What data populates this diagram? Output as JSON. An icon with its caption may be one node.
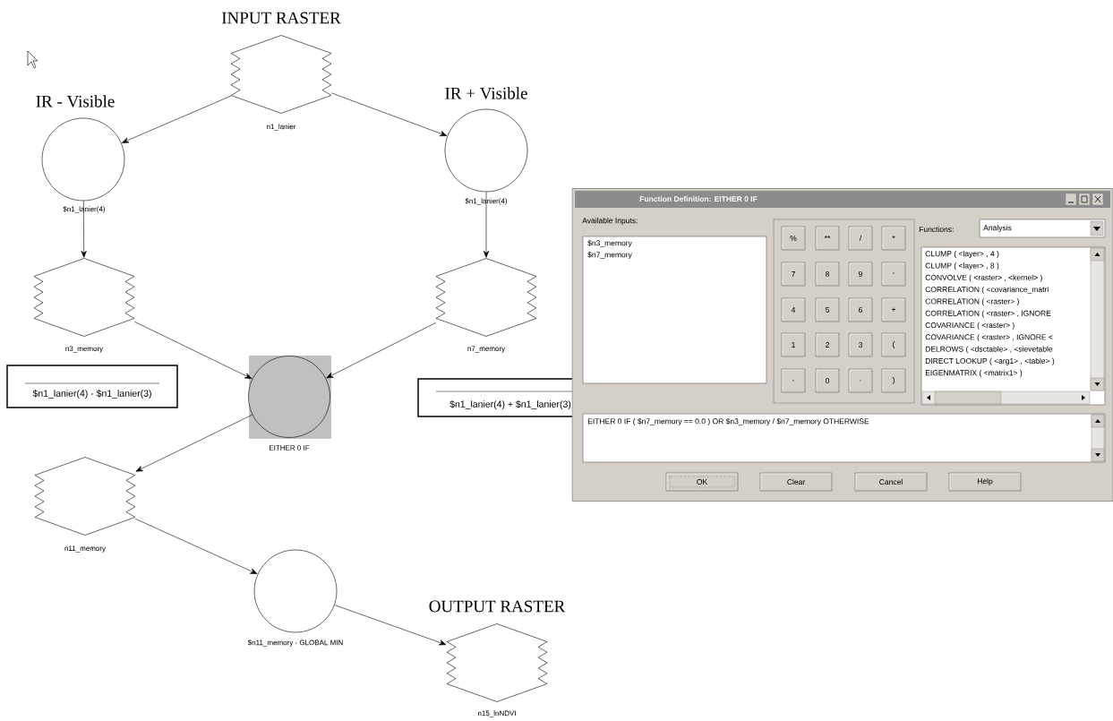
{
  "diagram": {
    "nodes": [
      {
        "text": [
          "INPUT RASTER",
          "n1_lanier"
        ]
      },
      {
        "text": [
          "IR - Visible",
          "$n1_lanier(4)"
        ]
      },
      {
        "text": [
          "IR + Visible",
          "$n1_lanier(4)"
        ]
      },
      {
        "text": [
          "n3_memory"
        ]
      },
      {
        "text": [
          "n7_memory"
        ]
      },
      {
        "text": [
          "EITHER 0 IF"
        ]
      },
      {
        "text": [
          "n11_memory"
        ]
      },
      {
        "text": [
          "$n11_memory - GLOBAL MIN"
        ]
      },
      {
        "text": [
          "OUTPUT RASTER",
          "n15_lnNDVI"
        ]
      },
      {
        "text": [
          "$n1_lanier(4) - $n1_lanier(3)"
        ]
      },
      {
        "text": [
          "$n1_lanier(4) + $n1_lanier(3)"
        ]
      },
      {
        "text": [
          "Function Definition:  EITHER 0 IF"
        ]
      }
    ],
    "edges": [
      {
        "from": 0,
        "to": 1,
        "arrow": "to"
      },
      {
        "from": 0,
        "to": 2,
        "arrow": "to"
      },
      {
        "from": 1,
        "to": 3,
        "arrow": "to"
      },
      {
        "from": 2,
        "to": 4,
        "arrow": "to"
      },
      {
        "from": 3,
        "to": 5,
        "arrow": "to"
      },
      {
        "from": 4,
        "to": 5,
        "arrow": "to"
      },
      {
        "from": 5,
        "to": 6,
        "arrow": "to"
      },
      {
        "from": 6,
        "to": 7,
        "arrow": "to"
      },
      {
        "from": 7,
        "to": 8,
        "arrow": "to"
      }
    ],
    "labels": [
      "Available Inputs:",
      "$n3_memory",
      "$n7_memory",
      "%",
      "**",
      "/",
      "*",
      "7",
      "8",
      "9",
      "-",
      "4",
      "5",
      "6",
      "+",
      "1",
      "2",
      "3",
      "(",
      ",",
      "0",
      ".",
      ")",
      "Functions:",
      "Analysis",
      "CLUMP ( <layer> , 4 )",
      "CLUMP ( <layer> , 8 )",
      "CONVOLVE ( <raster> , <kernel> )",
      "CORRELATION ( <covariance_matri",
      "CORRELATION ( <raster> )",
      "CORRELATION ( <raster> , IGNORE",
      "COVARIANCE ( <raster> )",
      "COVARIANCE ( <raster> , IGNORE <",
      "DELROWS ( <dsctable> , <sievetable",
      "DIRECT LOOKUP ( <arg1> , <table> )",
      "EIGENMATRIX ( <matrix1> )",
      "EITHER 0 IF ( $n7_memory == 0.0 ) OR $n3_memory / $n7_memory OTHERWISE",
      "OK",
      "Clear",
      "Cancel",
      "Help"
    ]
  }
}
